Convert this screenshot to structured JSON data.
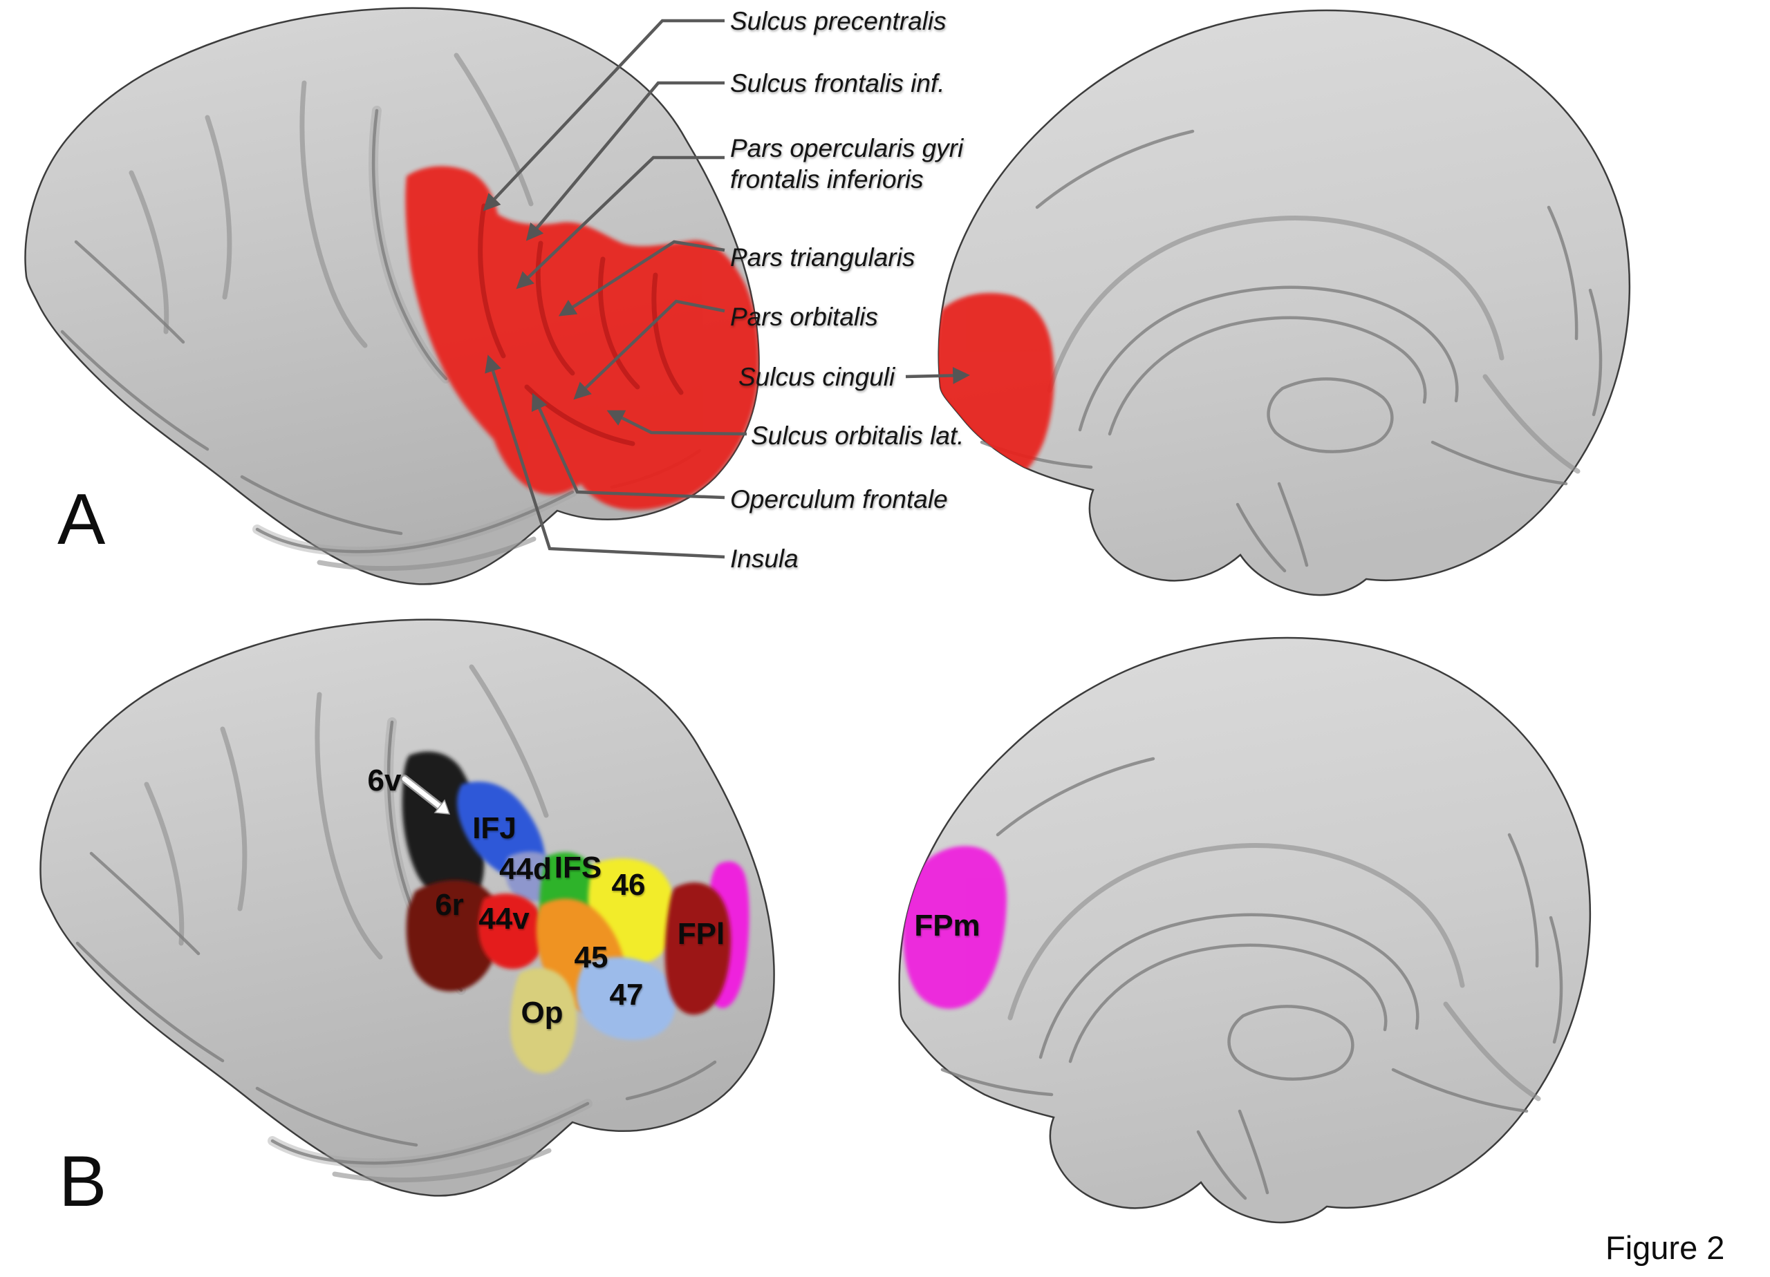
{
  "figure": {
    "caption": "Figure 2"
  },
  "panel_a": {
    "panel_letter": "A",
    "highlight_color": "#e8221e",
    "labels": [
      {
        "text": "Sulcus precentralis"
      },
      {
        "text": "Sulcus frontalis inf."
      },
      {
        "text": "Pars opercularis gyri frontalis inferioris"
      },
      {
        "text": "Pars triangularis"
      },
      {
        "text": "Pars orbitalis"
      },
      {
        "text": "Sulcus cinguli"
      },
      {
        "text": "Sulcus orbitalis lat."
      },
      {
        "text": "Operculum frontale"
      },
      {
        "text": "Insula"
      }
    ]
  },
  "panel_b": {
    "panel_letter": "B",
    "regions": [
      {
        "label": "6v",
        "color": "#1c1c1c"
      },
      {
        "label": "6r",
        "color": "#6f1410"
      },
      {
        "label": "IFJ",
        "color": "#2f58d8"
      },
      {
        "label": "44d",
        "color": "#8e97cd"
      },
      {
        "label": "44v",
        "color": "#e41e1e"
      },
      {
        "label": "IFS",
        "color": "#2eb32c"
      },
      {
        "label": "46",
        "color": "#f2ec2c"
      },
      {
        "label": "45",
        "color": "#ef9322"
      },
      {
        "label": "Op",
        "color": "#d8cf7c"
      },
      {
        "label": "47",
        "color": "#9cbbea"
      },
      {
        "label": "FPl",
        "color": "#9c1712"
      },
      {
        "label": "FPm",
        "color": "#ee22dd"
      }
    ]
  }
}
